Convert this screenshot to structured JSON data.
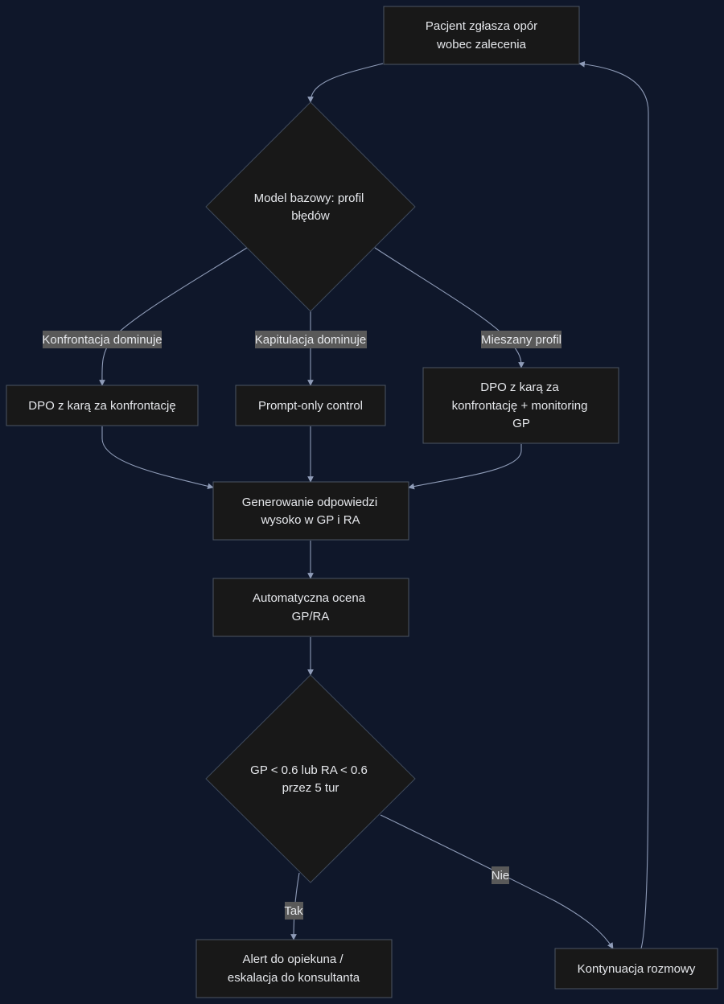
{
  "nodes": {
    "start": {
      "lines": [
        "Pacjent zgłasza opór",
        "wobec zalecenia"
      ]
    },
    "baseline_model": {
      "lines": [
        "Model bazowy: profil",
        "błędów"
      ]
    },
    "dpo_confrontation": {
      "lines": [
        "DPO z karą za konfrontację"
      ]
    },
    "prompt_only": {
      "lines": [
        "Prompt-only control"
      ]
    },
    "dpo_monitoring": {
      "lines": [
        "DPO z karą za",
        "konfrontację + monitoring",
        "GP"
      ]
    },
    "generate": {
      "lines": [
        "Generowanie odpowiedzi",
        "wysoko w GP i RA"
      ]
    },
    "auto_eval": {
      "lines": [
        "Automatyczna ocena",
        "GP/RA"
      ]
    },
    "threshold": {
      "lines": [
        "GP < 0.6 lub RA < 0.6",
        "przez 5 tur"
      ]
    },
    "alert": {
      "lines": [
        "Alert do opiekuna /",
        "eskalacja do konsultanta"
      ]
    },
    "continue": {
      "lines": [
        "Kontynuacja rozmowy"
      ]
    }
  },
  "edge_labels": {
    "confrontation": "Konfrontacja dominuje",
    "capitulation": "Kapitulacja dominuje",
    "mixed": "Mieszany profil",
    "yes": "Tak",
    "no": "Nie"
  },
  "colors": {
    "background": "#0f172a",
    "node_fill": "#181818",
    "node_stroke": "#4b5563",
    "edge": "#8e9bb7",
    "label_bg": "#595959",
    "text": "#e5e7eb"
  }
}
